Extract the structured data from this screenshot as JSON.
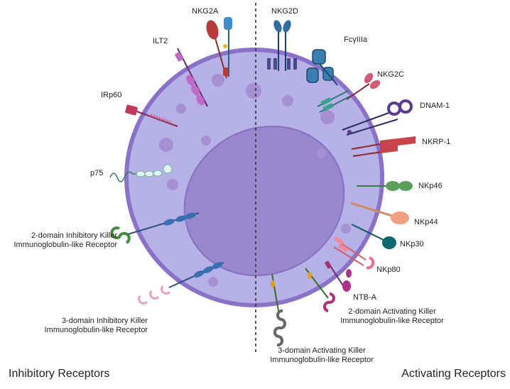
{
  "sections": {
    "left": "Inhibitory Receptors",
    "right": "Activating Receptors"
  },
  "receptors": {
    "nkg2a": "NKG2A",
    "ilt2": "ILT2",
    "irp60": "IRp60",
    "p75": "p75",
    "kir2d_inhib": "2-domain Inhibitory Killer\nImmunoglobulin-like Receptor",
    "kir3d_inhib": "3-domain Inhibitory Killer\nImmunoglobulin-like Receptor",
    "nkg2d": "NKG2D",
    "fcgr3a": "FcγIIIa",
    "nkg2c": "NKG2C",
    "dnam1": "DNAM-1",
    "nkrp1": "NKRP-1",
    "nkp46": "NKp46",
    "nkp44": "NKp44",
    "nkp30": "NKp30",
    "nkp80": "NKp80",
    "ntba": "NTB-A",
    "kir2d_act": "2-domain Activating Killer\nImmunoglobulin-like Receptor",
    "kir3d_act": "3-domain Activating Killer\nImmunoglobulin-like Receptor"
  },
  "colors": {
    "cell_fill": "#b6b1e6",
    "cell_border": "#8a72c8",
    "nucleus_fill": "#9a88cf",
    "nucleus_border": "#8670c0",
    "vesicle": "#a490d2"
  }
}
